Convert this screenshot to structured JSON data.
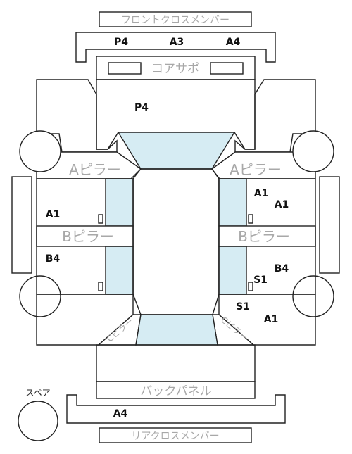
{
  "labels": {
    "front_cross_member": "フロントクロスメンバー",
    "core_support": "コアサポ",
    "a_pillar_left": "Aピラー",
    "a_pillar_right": "Aピラー",
    "b_pillar_left": "Bピラー",
    "b_pillar_right": "Bピラー",
    "c_pillar_left": "Cピラー",
    "c_pillar_right": "Cピラー",
    "back_panel": "バックパネル",
    "spare": "スペア",
    "rear_cross_member": "リアクロスメンバー"
  },
  "damage_codes": {
    "front_member_1": "P4",
    "front_member_2": "A3",
    "front_member_3": "A4",
    "hood": "P4",
    "front_left_door": "A1",
    "rear_left_door": "B4",
    "front_right_door_1": "A1",
    "front_right_door_2": "A1",
    "rear_right_door_1": "S1",
    "rear_right_door_2": "B4",
    "right_quarter_1": "S1",
    "right_quarter_2": "A1",
    "rear_member": "A4"
  },
  "colors": {
    "glass": "#d6ecf3",
    "label_grey": "#a8a8a8",
    "line": "#222222"
  }
}
